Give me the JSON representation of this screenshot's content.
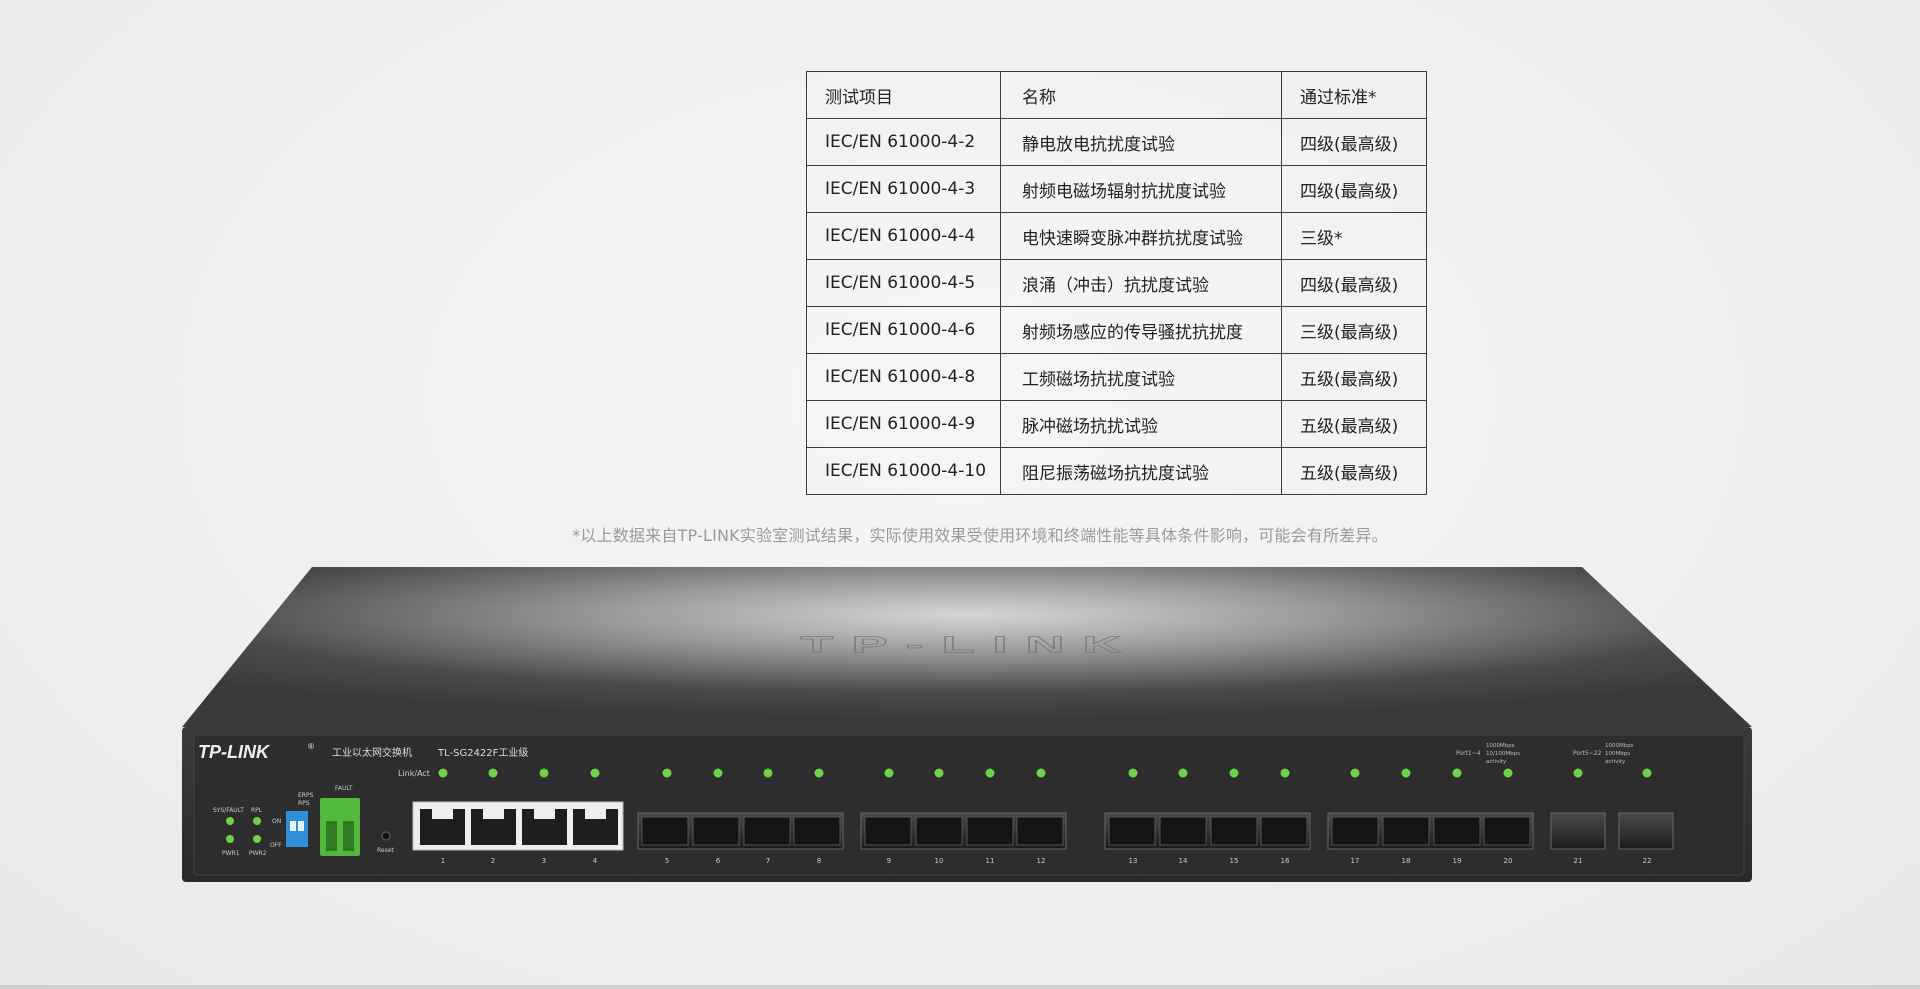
{
  "table": {
    "headers": [
      "测试项目",
      "名称",
      "通过标准*"
    ],
    "rows": [
      [
        "IEC/EN 61000-4-2",
        "静电放电抗扰度试验",
        "四级(最高级)"
      ],
      [
        "IEC/EN 61000-4-3",
        "射频电磁场辐射抗扰度试验",
        "四级(最高级)"
      ],
      [
        "IEC/EN 61000-4-4",
        "电快速瞬变脉冲群抗扰度试验",
        "三级*"
      ],
      [
        "IEC/EN 61000-4-5",
        "浪涌（冲击）抗扰度试验",
        "四级(最高级)"
      ],
      [
        "IEC/EN 61000-4-6",
        "射频场感应的传导骚扰抗扰度",
        "三级(最高级)"
      ],
      [
        "IEC/EN 61000-4-8",
        "工频磁场抗扰度试验",
        "五级(最高级)"
      ],
      [
        "IEC/EN 61000-4-9",
        "脉冲磁场抗扰试验",
        "五级(最高级)"
      ],
      [
        "IEC/EN 61000-4-10",
        "阻尼振荡磁场抗扰度试验",
        "五级(最高级)"
      ]
    ]
  },
  "footnote": "*以上数据来自TP-LINK实验室测试结果，实际使用效果受使用环境和终端性能等具体条件影响，可能会有所差异。",
  "device": {
    "top_logo": "TP-LINK",
    "brand": "TP-LINK",
    "brand_mark": "®",
    "subtitle": "工业以太网交换机",
    "model": "TL-SG2422F工业级",
    "link_act": "Link/Act",
    "led_labels": {
      "sys_fault": "SYS/FAULT",
      "rpl": "RPL",
      "pwr1": "PWR1",
      "pwr2": "PWR2",
      "on": "ON",
      "off": "OFF",
      "erps": "ERPS",
      "rps": "RPS",
      "fault": "FAULT",
      "reset": "Reset"
    },
    "legend_a": {
      "title": "Port1~4",
      "items": [
        "1000Mbps",
        "10/100Mbps",
        "activity"
      ]
    },
    "legend_b": {
      "title": "Port5~22",
      "items": [
        "1000Mbps",
        "100Mbps",
        "activity"
      ]
    },
    "port_numbers": [
      "1",
      "2",
      "3",
      "4",
      "5",
      "6",
      "7",
      "8",
      "9",
      "10",
      "11",
      "12",
      "13",
      "14",
      "15",
      "16",
      "17",
      "18",
      "19",
      "20",
      "21",
      "22"
    ],
    "colors": {
      "led": "#6fd04a",
      "terminal": "#52b93c",
      "dip": "#2f8fd8"
    }
  }
}
